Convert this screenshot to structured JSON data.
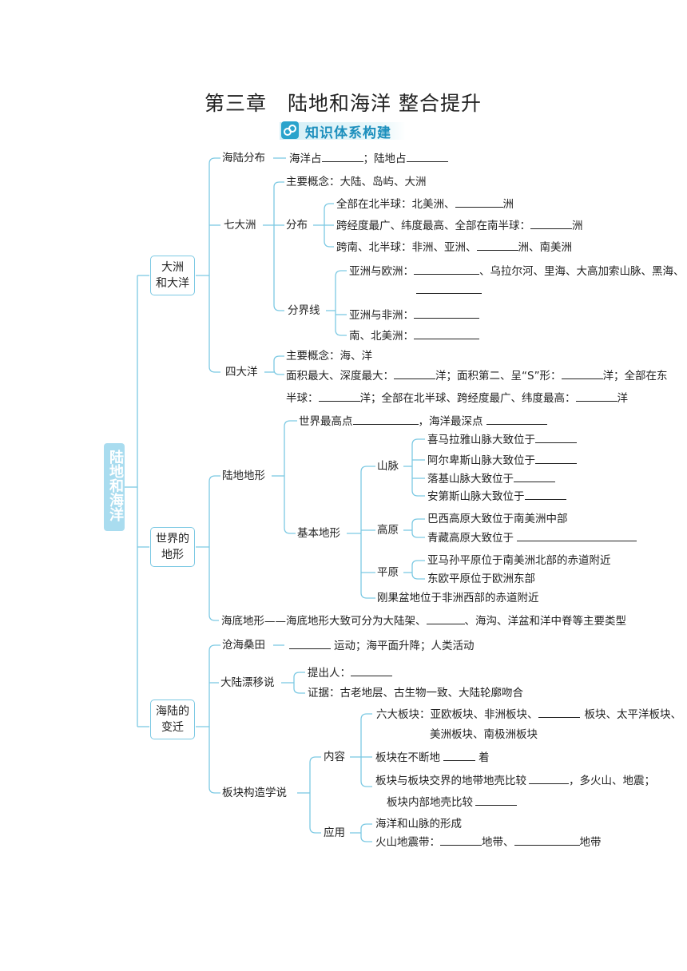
{
  "title": "第三章　陆地和海洋  整合提升",
  "section_badge": "知识体系构建",
  "root": "陆地和海洋",
  "branches": {
    "b1": "大洲\n和大洋",
    "b2": "世界的\n地形",
    "b3": "海陆的\n变迁"
  },
  "nodes": {
    "haiLu": "海陆分布",
    "haiLu_a": "海洋占",
    "haiLu_b": "；陆地占",
    "qiDaZhou": "七大洲",
    "zyGainian1": "主要概念：大陆、岛屿、大洲",
    "fenbu": "分布",
    "fb1a": "全部在北半球：北美洲、",
    "fb1b": "洲",
    "fb2a": "跨经度最广、纬度最高、全部在南半球：",
    "fb2b": "洲",
    "fb3a": "跨南、北半球：非洲、亚洲、",
    "fb3b": "洲、南美洲",
    "fenjie": "分界线",
    "fj1a": "亚洲与欧洲：",
    "fj1b": "、乌拉尔河、里海、大高加索山脉、黑海、",
    "fj2": "亚洲与非洲：",
    "fj3": "南、北美洲：",
    "siDaYang": "四大洋",
    "zyGainian2": "主要概念：海、洋",
    "sy1a": "面积最大、深度最大：",
    "sy1b": "洋；面积第二、呈“S”形：",
    "sy1c": "洋；全部在东",
    "sy2a": "半球：",
    "sy2b": "洋；全部在北半球、跨经度最广、纬度最高：",
    "sy2c": "洋",
    "luDi": "陆地地形",
    "zg1": "世界最高点",
    "zg2": "，海洋最深点",
    "jiben": "基本地形",
    "shanmai": "山脉",
    "sm1": "喜马拉雅山脉大致位于",
    "sm2": "阿尔卑斯山脉大致位于",
    "sm3": "落基山脉大致位于",
    "sm4": "安第斯山脉大致位于",
    "gaoyuan": "高原",
    "gy1": "巴西高原大致位于南美洲中部",
    "gy2": "青藏高原大致位于",
    "pingyuan": "平原",
    "py1": "亚马孙平原位于南美洲北部的赤道附近",
    "py2": "东欧平原位于欧洲东部",
    "pendi": "刚果盆地位于非洲西部的赤道附近",
    "haiDi_a": "海底地形——海底地形大致可分为大陆架、",
    "haiDi_b": "、海沟、洋盆和洋中脊等主要类型",
    "cangHai": "沧海桑田",
    "ch_b": "运动；海平面升降；人类活动",
    "daLu": "大陆漂移说",
    "dl1": "提出人：",
    "dl2": "证据：古老地层、古生物一致、大陆轮廓吻合",
    "banKuai": "板块构造学说",
    "neirong": "内容",
    "nr1a": "六大板块：亚欧板块、非洲板块、",
    "nr1b": "板块、太平洋板块、",
    "nr1c": "美洲板块、南极洲板块",
    "nr2a": "板块在不断地",
    "nr2b": "着",
    "nr3a": "板块与板块交界的地带地壳比较",
    "nr3b": "，多火山、地震；",
    "nr4": "板块内部地壳比较",
    "yingyong": "应用",
    "yy1": "海洋和山脉的形成",
    "yy2a": "火山地震带：",
    "yy2b": "地带、",
    "yy2c": "地带"
  }
}
